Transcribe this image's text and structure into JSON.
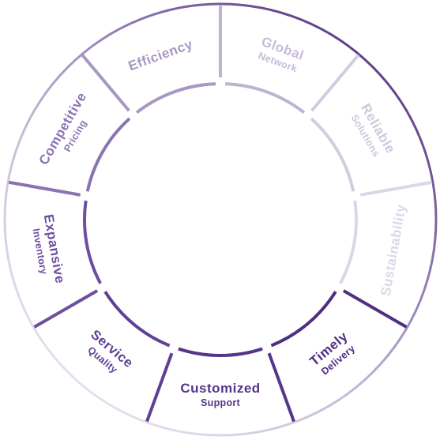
{
  "diagram": {
    "colors": {
      "outer_gradient": [
        "#5b3b87",
        "#c7bad8",
        "#ebe6f0"
      ],
      "ring_stroke": "#7c64a4",
      "segment_stroke": "#8d78b0",
      "background": "#ffffff"
    },
    "segments": [
      {
        "id": "global-network",
        "title": "Global",
        "subtitle": "Network",
        "color": "#bfb2d2",
        "text_color": "#c6bad8"
      },
      {
        "id": "reliable-solutions",
        "title": "Reliable",
        "subtitle": "Solutions",
        "color": "#d3cbe0",
        "text_color": "#cfc5de"
      },
      {
        "id": "sustainability",
        "title": "Sustainability",
        "subtitle": "",
        "color": "#ddd6e6",
        "text_color": "#ddd6e8"
      },
      {
        "id": "timely-delivery",
        "title": "Timely",
        "subtitle": "Delivery",
        "color": "#4f2f82",
        "text_color": "#4f2f82"
      },
      {
        "id": "customized-support",
        "title": "Customized",
        "subtitle": "Support",
        "color": "#55348a",
        "text_color": "#55348a"
      },
      {
        "id": "service-quality",
        "title": "Service",
        "subtitle": "Quality",
        "color": "#603f94",
        "text_color": "#603f94"
      },
      {
        "id": "expansive-inventory",
        "title": "Expansive",
        "subtitle": "Inventory",
        "color": "#6e4f9e",
        "text_color": "#6e4f9e"
      },
      {
        "id": "competitive-pricing",
        "title": "Competitive",
        "subtitle": "Pricing",
        "color": "#8b73b2",
        "text_color": "#8b73b2"
      },
      {
        "id": "efficiency",
        "title": "Efficiency",
        "subtitle": "",
        "color": "#a896c4",
        "text_color": "#a896c4"
      }
    ]
  }
}
